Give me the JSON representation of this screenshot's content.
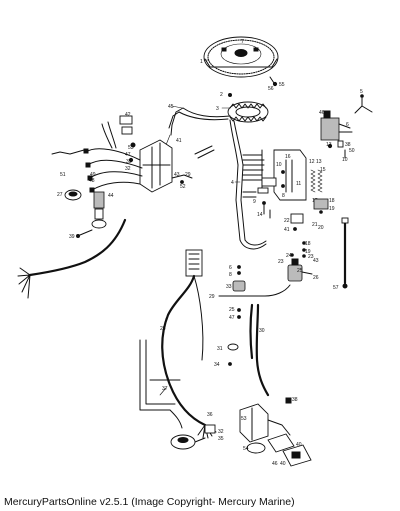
{
  "caption": "MercuryPartsOnline v2.5.1 (Image Copyright- Mercury Marine)",
  "labels": {
    "l1": "1",
    "l2": "2",
    "l3": "3",
    "l4": "4",
    "l5": "5",
    "l6": "6",
    "l7": "7",
    "l8": "8",
    "l9": "9",
    "l10": "10",
    "l11": "11",
    "l12": "12",
    "l13": "13",
    "l14": "14",
    "l15": "15",
    "l16": "16",
    "l17": "17",
    "l18": "18",
    "l19": "19",
    "l20": "20",
    "l21": "21",
    "l22": "22",
    "l23": "23",
    "l24": "24",
    "l25": "25",
    "l26": "26",
    "l27": "27",
    "l28": "28",
    "l29": "29",
    "l30": "30",
    "l31": "31",
    "l32": "32",
    "l33": "33",
    "l34": "34",
    "l35": "35",
    "l36": "36",
    "l37": "37",
    "l38": "38",
    "l39": "39",
    "l40": "40",
    "l41": "41",
    "l42": "42",
    "l43": "43",
    "l44": "44",
    "l45": "45",
    "l46": "46",
    "l47": "47",
    "l48": "48",
    "l49": "49",
    "l50": "50",
    "l51": "51",
    "l52": "52",
    "l53": "53",
    "l54": "54",
    "l55": "55",
    "l56": "56",
    "l57": "57"
  }
}
